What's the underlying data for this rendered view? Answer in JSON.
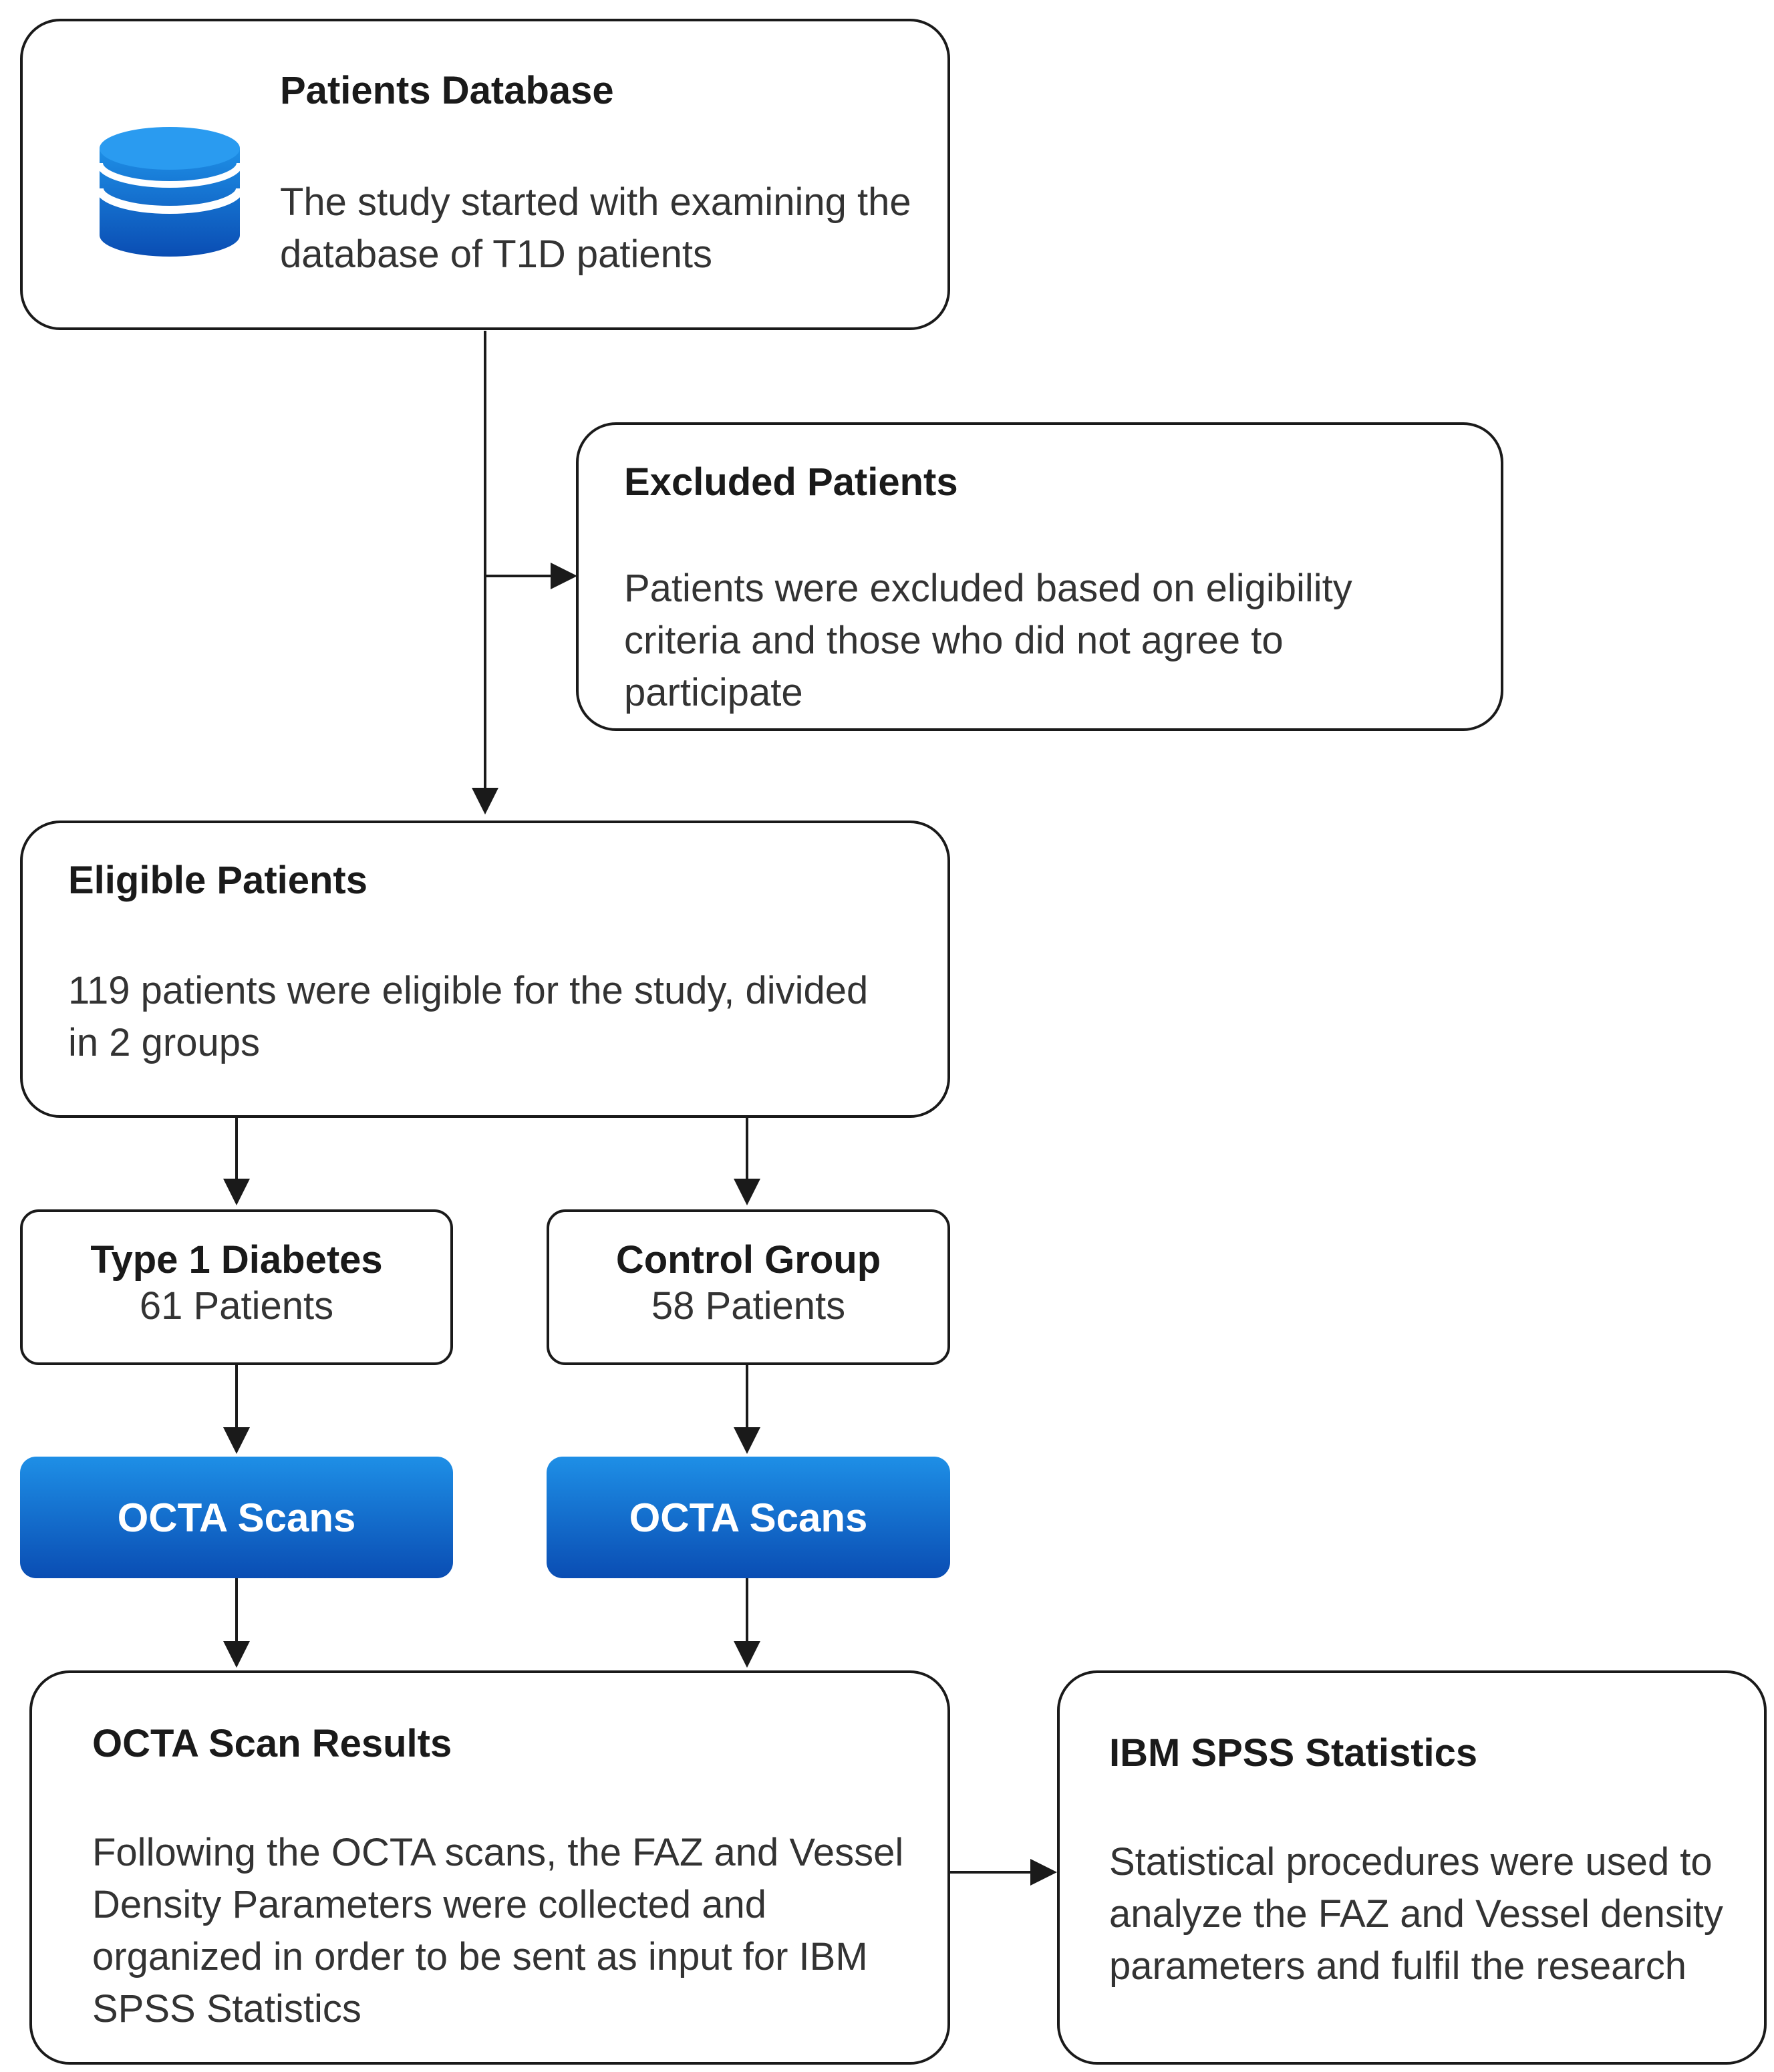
{
  "patients_database": {
    "title": "Patients Database",
    "text": "The study started with examining the database of T1D patients",
    "icon": "database-icon"
  },
  "excluded_patients": {
    "title": "Excluded Patients",
    "text": "Patients were excluded based on eligibility criteria and those who did not agree to participate"
  },
  "eligible_patients": {
    "title": "Eligible Patients",
    "text": "119 patients were eligible for the study, divided in 2 groups"
  },
  "type1_group": {
    "title": "Type 1 Diabetes",
    "count": "61 Patients"
  },
  "control_group": {
    "title": "Control Group",
    "count": "58 Patients"
  },
  "octa_scans_left": {
    "label": "OCTA Scans"
  },
  "octa_scans_right": {
    "label": "OCTA Scans"
  },
  "octa_results": {
    "title": "OCTA Scan Results",
    "text": "Following the OCTA scans, the FAZ and Vessel Density Parameters were collected and organized in order to be sent as input for IBM SPSS Statistics"
  },
  "spss": {
    "title": "IBM SPSS Statistics",
    "text": "Statistical procedures were used to analyze the FAZ and Vessel density parameters and fulfil the research"
  },
  "colors": {
    "octa_top": "#1e8fe6",
    "octa_bottom": "#0a4db3",
    "line": "#1a1a1a"
  }
}
